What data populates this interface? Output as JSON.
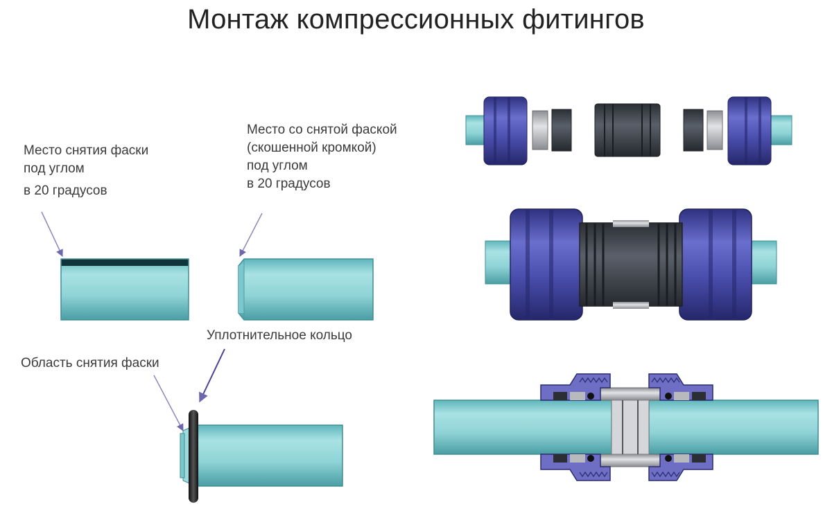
{
  "title": "Монтаж компрессионных фитингов",
  "labels": {
    "chamfer_place": [
      "Место снятия фаски",
      "под углом",
      "в 20 градусов"
    ],
    "chamfered_place": [
      "Место со снятой фаской",
      "(скошенной кромкой)",
      "под углом",
      "в 20 градусов"
    ],
    "seal_ring": "Уплотнительное кольцо",
    "chamfer_area": "Область снятия фаски"
  },
  "colors": {
    "pipe": "#8fd3d6",
    "pipe_dark": "#3d8f95",
    "nut": "#4b4fae",
    "nut_dark": "#2a2c70",
    "body": "#3a3f46",
    "ring": "#b7b9bd",
    "pointer": "#8f86c0"
  }
}
